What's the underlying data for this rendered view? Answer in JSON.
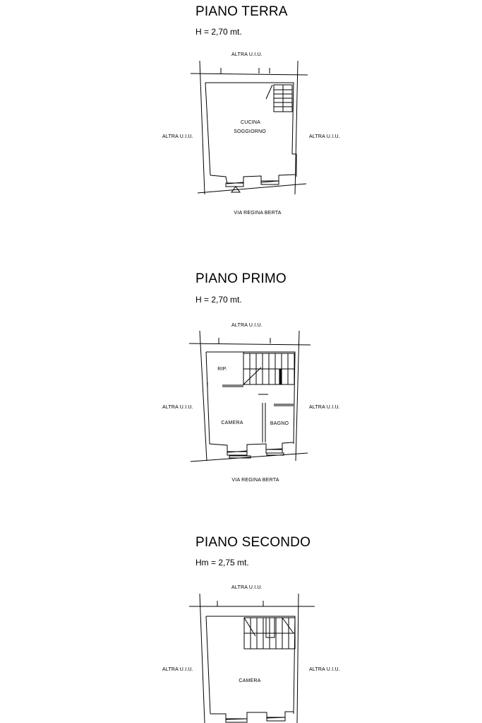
{
  "floors": [
    {
      "title": "PIANO TERRA",
      "height": "H = 2,70 mt.",
      "north": "ALTRA U.I.U.",
      "west": "ALTRA U.I.U.",
      "east": "ALTRA U.I.U.",
      "rooms": [
        "CUCINA",
        "SOGGIORNO"
      ],
      "street": "VIA REGINA BERTA"
    },
    {
      "title": "PIANO PRIMO",
      "height": "H = 2,70 mt.",
      "north": "ALTRA U.I.U.",
      "west": "ALTRA U.I.U.",
      "east": "ALTRA U.I.U.",
      "rooms": [
        "RIP.",
        "CAMERA",
        "BAGNO"
      ],
      "street": "VIA REGINA BERTA"
    },
    {
      "title": "PIANO SECONDO",
      "height": "Hm = 2,75 mt.",
      "north": "ALTRA U.I.U.",
      "west": "ALTRA U.I.U.",
      "east": "ALTRA U.I.U.",
      "rooms": [
        "CAMERA"
      ]
    }
  ]
}
